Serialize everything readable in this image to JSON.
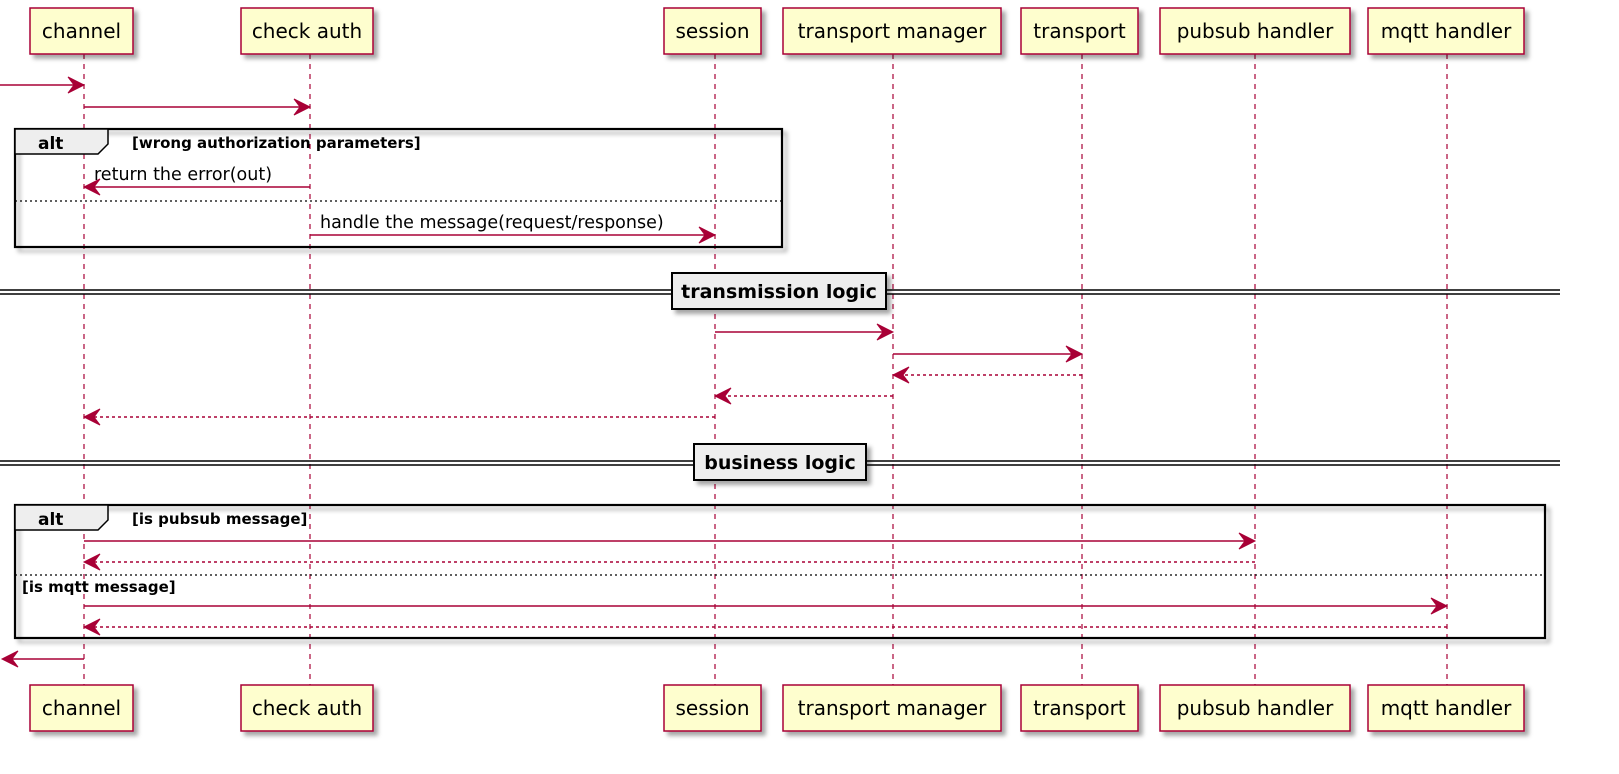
{
  "participants": [
    {
      "id": "channel",
      "label": "channel"
    },
    {
      "id": "check_auth",
      "label": "check auth"
    },
    {
      "id": "session",
      "label": "session"
    },
    {
      "id": "transport_manager",
      "label": "transport manager"
    },
    {
      "id": "transport",
      "label": "transport"
    },
    {
      "id": "pubsub_handler",
      "label": "pubsub handler"
    },
    {
      "id": "mqtt_handler",
      "label": "mqtt handler"
    }
  ],
  "fragments": [
    {
      "id": "alt1",
      "keyword": "alt",
      "guards": [
        "[wrong authorization parameters]",
        ""
      ]
    },
    {
      "id": "alt2",
      "keyword": "alt",
      "guards": [
        "[is pubsub message]",
        "[is mqtt message]"
      ]
    }
  ],
  "dividers": [
    {
      "id": "div1",
      "label": "transmission logic"
    },
    {
      "id": "div2",
      "label": "business logic"
    }
  ],
  "messages": [
    {
      "from": "external",
      "to": "channel",
      "style": "solid",
      "label": ""
    },
    {
      "from": "channel",
      "to": "check_auth",
      "style": "solid",
      "label": ""
    },
    {
      "from": "check_auth",
      "to": "channel",
      "style": "solid",
      "label": "return the error(out)"
    },
    {
      "from": "check_auth",
      "to": "session",
      "style": "solid",
      "label": "handle the message(request/response)"
    },
    {
      "from": "session",
      "to": "transport_manager",
      "style": "solid",
      "label": ""
    },
    {
      "from": "transport_manager",
      "to": "transport",
      "style": "solid",
      "label": ""
    },
    {
      "from": "transport",
      "to": "transport_manager",
      "style": "dashed",
      "label": ""
    },
    {
      "from": "transport_manager",
      "to": "session",
      "style": "dashed",
      "label": ""
    },
    {
      "from": "session",
      "to": "channel",
      "style": "dashed",
      "label": ""
    },
    {
      "from": "channel",
      "to": "pubsub_handler",
      "style": "solid",
      "label": ""
    },
    {
      "from": "pubsub_handler",
      "to": "channel",
      "style": "dashed",
      "label": ""
    },
    {
      "from": "channel",
      "to": "mqtt_handler",
      "style": "solid",
      "label": ""
    },
    {
      "from": "mqtt_handler",
      "to": "channel",
      "style": "dashed",
      "label": ""
    },
    {
      "from": "channel",
      "to": "external",
      "style": "solid",
      "label": ""
    }
  ],
  "colors": {
    "participant_fill": "#FEFECE",
    "participant_border": "#A80036",
    "arrow": "#A80036",
    "lifeline": "#A80036",
    "frame": "#000000",
    "tab_fill": "#EEEEEE"
  }
}
